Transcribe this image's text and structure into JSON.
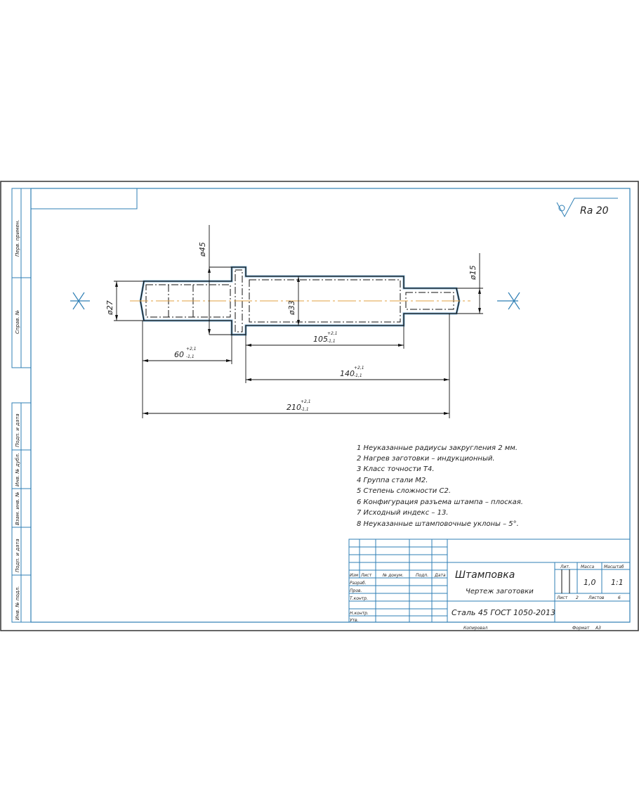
{
  "colors": {
    "frame": "#2f7fb5",
    "line": "#111111",
    "axis": "#e0a040",
    "text": "#222222"
  },
  "roughness": "Ra 20",
  "side_strip": [
    "Перв. примен.",
    "Справ. №",
    "Подп. и дата",
    "Инв. № дубл.",
    "Взам. инв. №",
    "Подп. и дата",
    "Инв. № подл."
  ],
  "dimensions": {
    "d27": "ø27",
    "d45": "ø45",
    "d33": "ø33",
    "d15": "ø15",
    "l60": "60",
    "l105": "105",
    "l140": "140",
    "l210": "210",
    "tol_upper": "+2,1",
    "tol_lower": "-1,1"
  },
  "notes": [
    "1 Неуказанные радиусы закругления 2 мм.",
    "2 Нагрев заготовки – индукционный.",
    "3 Класс точности Т4.",
    "4 Группа стали М2.",
    "5 Степень сложности С2.",
    "6 Конфигурация разъема штампа – плоская.",
    "7 Исходный индекс – 13.",
    "8 Неуказанные штамповочные уклоны – 5°."
  ],
  "title_block": {
    "headers": [
      "Изм",
      "Лист",
      "№ докум.",
      "Подп.",
      "Дата"
    ],
    "roles": [
      "Разраб.",
      "Пров.",
      "Т.контр.",
      "Н.контр.",
      "Утв."
    ],
    "title": "Штамповка",
    "subtitle": "Чертеж заготовки",
    "material": "Сталь 45 ГОСТ 1050-2013",
    "lit_label": "Лит.",
    "mass_label": "Масса",
    "scale_label": "Масштаб",
    "mass": "1,0",
    "scale": "1:1",
    "sheet_label": "Лист",
    "sheet": "2",
    "sheets_label": "Листов",
    "sheets": "6",
    "copied": "Копировал",
    "format_label": "Формат",
    "format": "А3"
  }
}
